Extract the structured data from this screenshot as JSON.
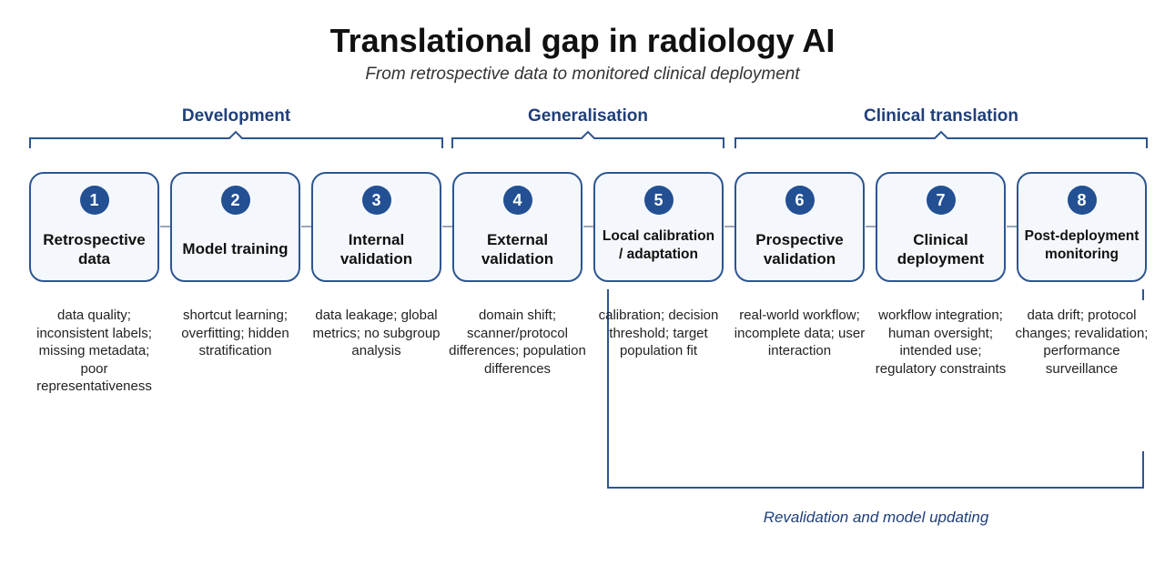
{
  "title": "Translational gap in radiology AI",
  "subtitle": "From retrospective data to monitored clinical deployment",
  "phases": [
    {
      "label": "Development"
    },
    {
      "label": "Generalisation"
    },
    {
      "label": "Clinical translation"
    }
  ],
  "stages": [
    {
      "number": "1",
      "title": "Retrospective data",
      "issues": "data quality; inconsistent labels; missing metadata; poor representativeness"
    },
    {
      "number": "2",
      "title": "Model training",
      "issues": "shortcut learning; overfitting; hidden stratification"
    },
    {
      "number": "3",
      "title": "Internal validation",
      "issues": "data leakage; global metrics; no subgroup analysis"
    },
    {
      "number": "4",
      "title": "External validation",
      "issues": "domain shift; scanner/protocol differences; population differences"
    },
    {
      "number": "5",
      "title": "Local calibration / adaptation",
      "issues": "calibration; decision threshold; target population fit"
    },
    {
      "number": "6",
      "title": "Prospective validation",
      "issues": "real-world workflow; incomplete data; user interaction"
    },
    {
      "number": "7",
      "title": "Clinical deployment",
      "issues": "workflow integration; human oversight; intended use; regulatory constraints"
    },
    {
      "number": "8",
      "title": "Post-deployment monitoring",
      "issues": "data drift; protocol changes; revalidation; performance surveillance"
    }
  ],
  "feedback_loop": {
    "label": "Revalidation and model updating"
  },
  "colors": {
    "accent": "#1f3f7a",
    "box_border": "#2d5590",
    "box_fill": "#f4f8fd",
    "badge": "#234f93"
  }
}
